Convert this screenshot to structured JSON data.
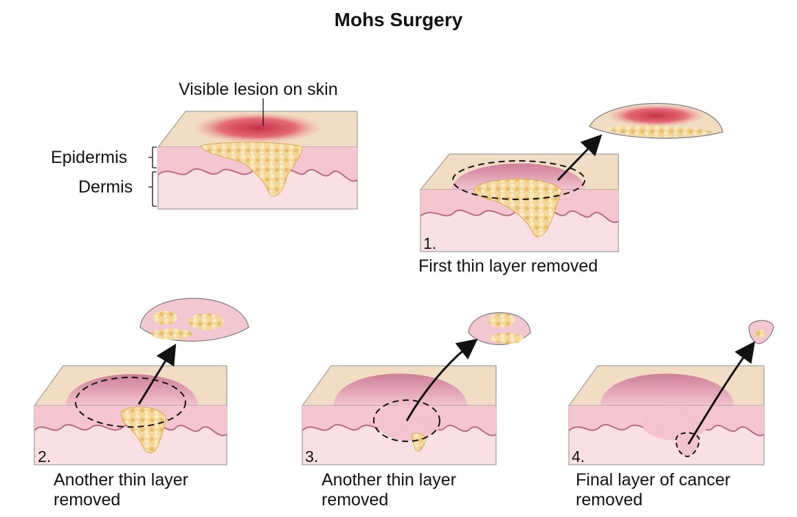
{
  "title": "Mohs Surgery",
  "labels": {
    "visible_lesion": "Visible lesion on skin",
    "epidermis": "Epidermis",
    "dermis": "Dermis"
  },
  "steps": [
    {
      "number": "1.",
      "caption_line1": "First thin layer removed",
      "caption_line2": ""
    },
    {
      "number": "2.",
      "caption_line1": "Another thin layer",
      "caption_line2": "removed"
    },
    {
      "number": "3.",
      "caption_line1": "Another thin layer",
      "caption_line2": "removed"
    },
    {
      "number": "4.",
      "caption_line1": "Final layer of cancer",
      "caption_line2": "removed"
    }
  ],
  "colors": {
    "skin_top": "#f1dcc4",
    "epidermis": "#f5c6cf",
    "dermis": "#f9e0e4",
    "lesion": "#d94a5a",
    "tumor": "#f1d08a",
    "crater": "#e7a2b6",
    "outline": "#8a8a8a"
  }
}
